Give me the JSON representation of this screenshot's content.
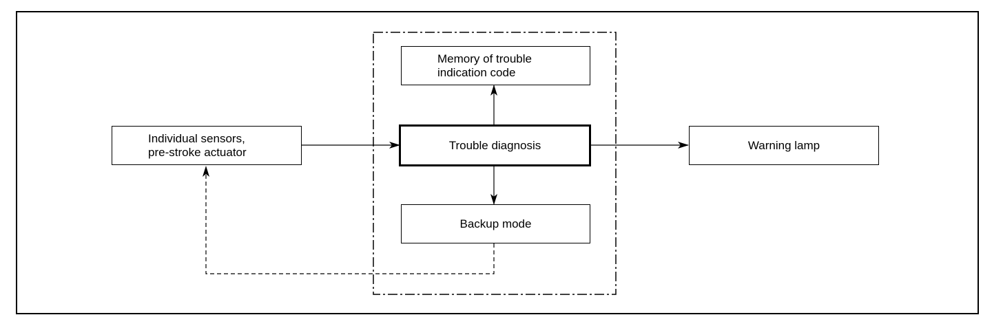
{
  "diagram": {
    "nodes": {
      "sensors": {
        "label": "Individual sensors,\npre-stroke actuator"
      },
      "memory": {
        "label": "Memory of trouble\nindication code"
      },
      "diagnosis": {
        "label": "Trouble diagnosis"
      },
      "backup": {
        "label": "Backup mode"
      },
      "warning": {
        "label": "Warning lamp"
      }
    },
    "edges": [
      {
        "from": "sensors",
        "to": "diagnosis",
        "style": "solid"
      },
      {
        "from": "diagnosis",
        "to": "warning",
        "style": "solid"
      },
      {
        "from": "diagnosis",
        "to": "memory",
        "style": "solid"
      },
      {
        "from": "diagnosis",
        "to": "backup",
        "style": "solid"
      },
      {
        "from": "backup",
        "to": "sensors",
        "style": "dashed"
      }
    ],
    "group_style": "dash-dot"
  }
}
